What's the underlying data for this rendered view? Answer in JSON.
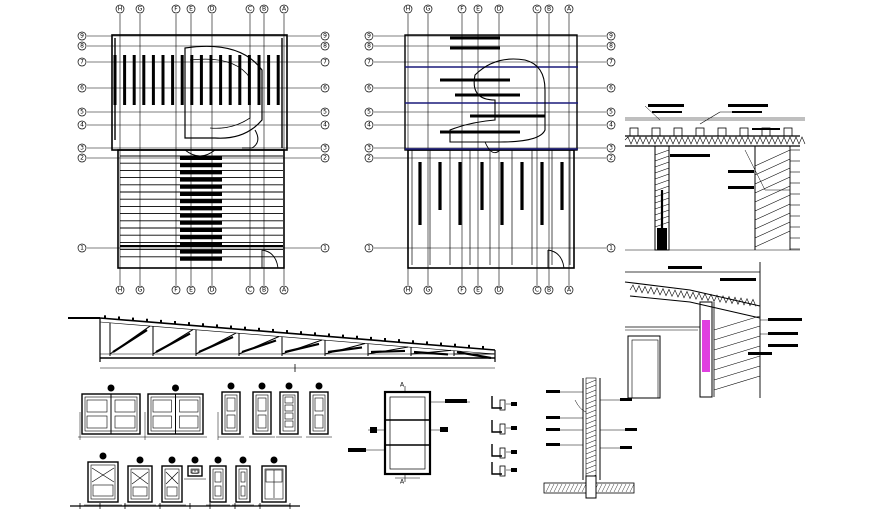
{
  "plan_left": {
    "col_labels": [
      "H",
      "G",
      "F",
      "E",
      "D",
      "C",
      "B",
      "A"
    ],
    "row_labels": [
      "9",
      "8",
      "7",
      "6",
      "5",
      "4",
      "3",
      "2",
      "1"
    ]
  },
  "plan_right": {
    "col_labels": [
      "H",
      "G",
      "F",
      "E",
      "D",
      "C",
      "B",
      "A"
    ],
    "row_labels": [
      "9",
      "8",
      "7",
      "6",
      "5",
      "4",
      "3",
      "2",
      "1"
    ]
  },
  "section": {
    "marker": "A"
  },
  "colors": {
    "line": "#000000",
    "beam_blue": "#1a1a7a",
    "insulation": "#e040e0"
  }
}
